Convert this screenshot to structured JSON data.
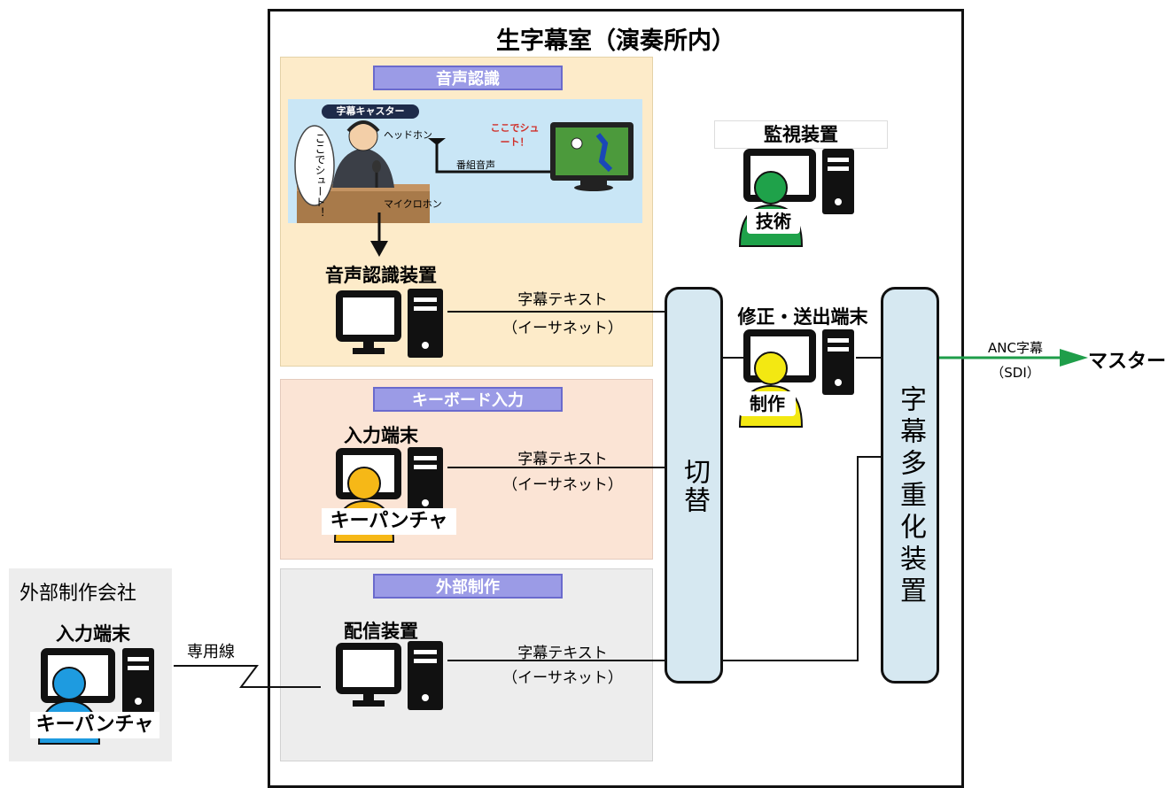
{
  "title": "生字幕室（演奏所内）",
  "sections": {
    "voice": "音声認識",
    "keyboard": "キーボード入力",
    "external": "外部制作"
  },
  "illustration": {
    "caster_tag": "字幕キャスター",
    "headphone": "ヘッドホン",
    "program_audio": "番組音声",
    "microphone": "マイクロホン",
    "speech": "ここでシュート！",
    "tv_caption": "ここでシュート！"
  },
  "devices": {
    "asr": "音声認識装置",
    "input_terminal": "入力端末",
    "distribution": "配信装置",
    "monitor": "監視装置",
    "correction": "修正・送出端末",
    "ext_input_terminal": "入力端末"
  },
  "roles": {
    "tech": "技術",
    "production": "制作",
    "keypuncher": "キーパンチャ",
    "ext_keypuncher": "キーパンチャ"
  },
  "links": {
    "text1": "字幕テキスト",
    "eth1": "（イーサネット）",
    "text2": "字幕テキスト",
    "eth2": "（イーサネット）",
    "text3": "字幕テキスト",
    "eth3": "（イーサネット）",
    "leased_line": "専用線",
    "anc": "ANC字幕",
    "sdi": "（SDI）",
    "master": "マスター"
  },
  "boxes": {
    "switch": "切替",
    "mux": "字幕多重化装置"
  },
  "external_company": "外部制作会社"
}
